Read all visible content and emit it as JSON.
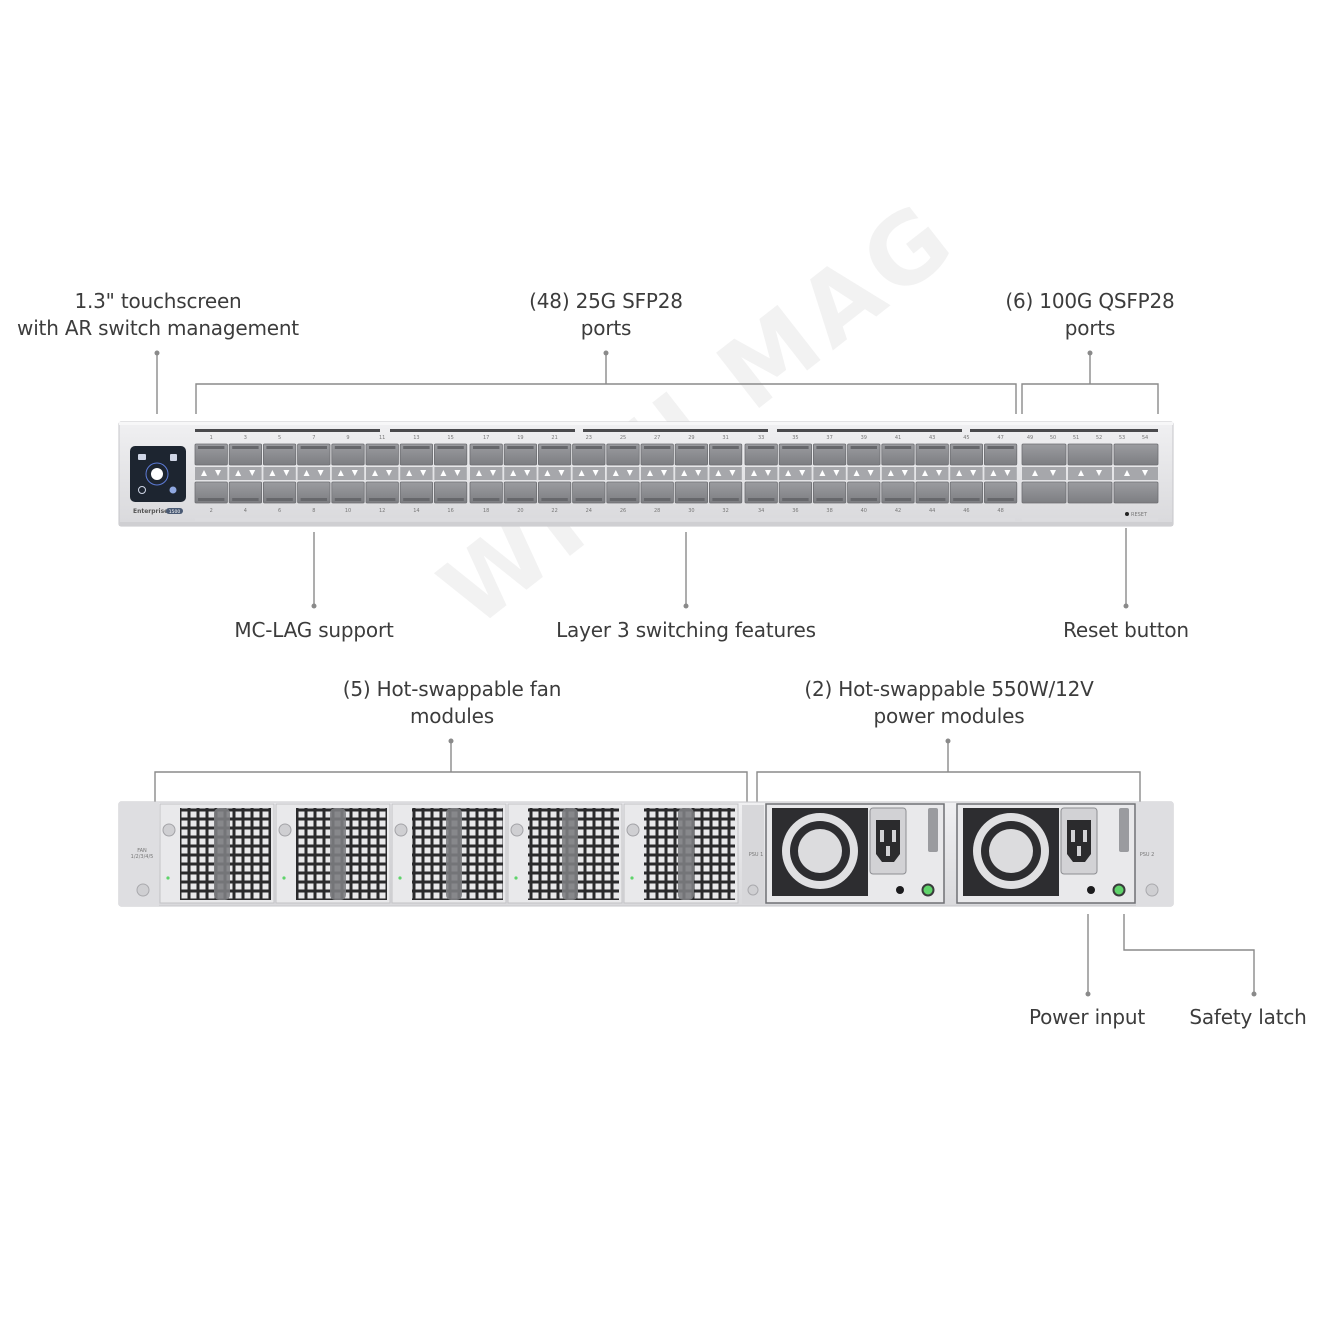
{
  "callouts": {
    "touchscreen": {
      "line1": "1.3\" touchscreen",
      "line2": "with AR switch management"
    },
    "sfp28": {
      "line1": "(48) 25G SFP28",
      "line2": "ports"
    },
    "qsfp28": {
      "line1": "(6) 100G QSFP28",
      "line2": "ports"
    },
    "mclag": {
      "line1": "MC-LAG support"
    },
    "layer3": {
      "line1": "Layer 3 switching features"
    },
    "reset": {
      "line1": "Reset button"
    },
    "fans": {
      "line1": "(5) Hot-swappable fan",
      "line2": "modules"
    },
    "psu": {
      "line1": "(2) Hot-swappable 550W/12V",
      "line2": "power modules"
    },
    "power_input": {
      "line1": "Power input"
    },
    "safety_latch": {
      "line1": "Safety latch"
    }
  },
  "front_panel": {
    "brand_text": "Enterprise",
    "model_badge": "1500",
    "reset_label": "RESET",
    "sfp_top_numbers": [
      "1",
      "3",
      "5",
      "7",
      "9",
      "11",
      "13",
      "15",
      "17",
      "19",
      "21",
      "23",
      "25",
      "27",
      "29",
      "31",
      "33",
      "35",
      "37",
      "39",
      "41",
      "43",
      "45",
      "47"
    ],
    "sfp_bottom_numbers": [
      "2",
      "4",
      "6",
      "8",
      "10",
      "12",
      "14",
      "16",
      "18",
      "20",
      "22",
      "24",
      "26",
      "28",
      "30",
      "32",
      "34",
      "36",
      "38",
      "40",
      "42",
      "44",
      "46",
      "48"
    ],
    "qsfp_numbers": [
      "49",
      "50",
      "51",
      "52",
      "53",
      "54"
    ]
  },
  "rear_panel": {
    "fan_label": "FAN",
    "fan_numbers": "1/2/3/4/5",
    "psu1_label": "PSU 1",
    "psu2_label": "PSU 2"
  },
  "watermark": "WI-FI MAG",
  "colors": {
    "chassis": "#e4e4e6",
    "port": "#8e8f93",
    "screen": "#1d2530",
    "led_green": "#5fd36a",
    "leader_line": "#8a8a8a"
  }
}
